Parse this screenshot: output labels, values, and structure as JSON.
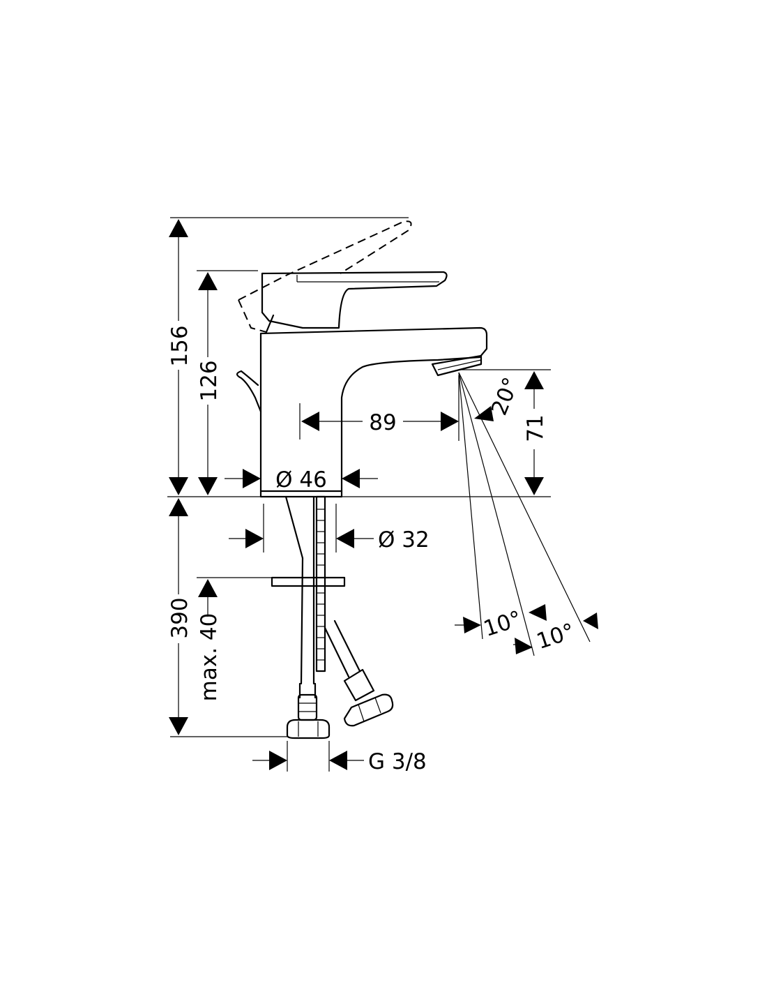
{
  "dimensions": {
    "total_height": "156",
    "lever_height": "126",
    "spout_reach": "89",
    "spout_height": "71",
    "body_diameter": "Ø 46",
    "shank_diameter": "Ø 32",
    "supply_length": "390",
    "max_counter_thickness": "max. 40",
    "connection_thread": "G 3/8",
    "spray_angle": "20°",
    "angle_step_1": "10°",
    "angle_step_2": "10°"
  }
}
